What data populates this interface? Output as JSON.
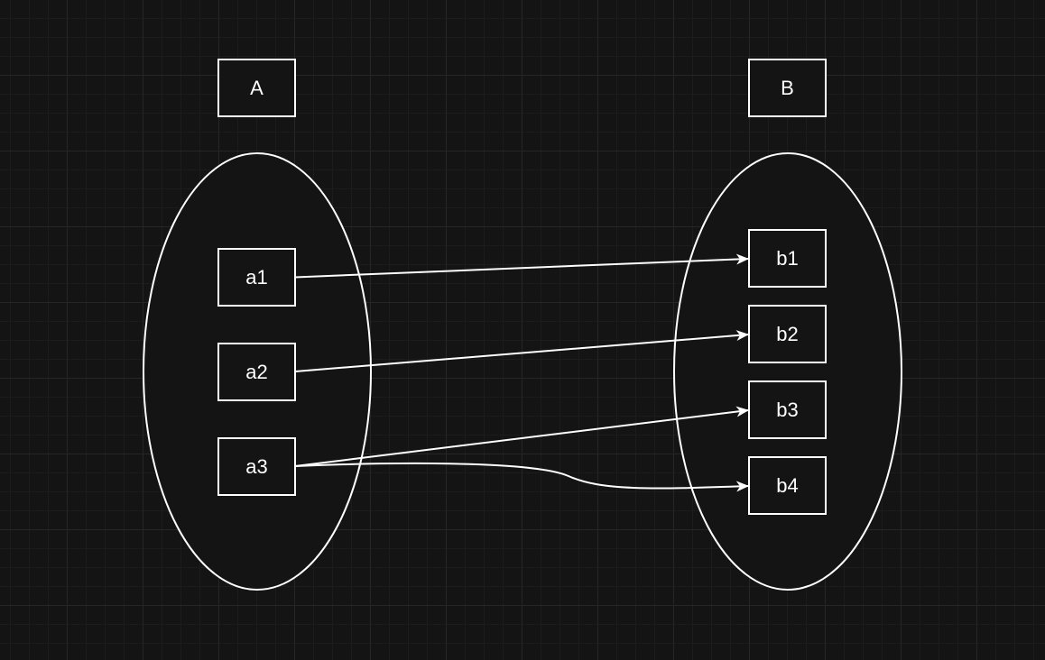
{
  "diagram": {
    "sets": [
      {
        "id": "A",
        "title": "A",
        "elements": [
          "a1",
          "a2",
          "a3"
        ]
      },
      {
        "id": "B",
        "title": "B",
        "elements": [
          "b1",
          "b2",
          "b3",
          "b4"
        ]
      }
    ],
    "mappings": [
      {
        "from": "a1",
        "to": "b1"
      },
      {
        "from": "a2",
        "to": "b2"
      },
      {
        "from": "a3",
        "to": "b3"
      },
      {
        "from": "a3",
        "to": "b4"
      }
    ]
  },
  "colors": {
    "background": "#141414",
    "stroke": "#ffffff",
    "text": "#ffffff"
  }
}
